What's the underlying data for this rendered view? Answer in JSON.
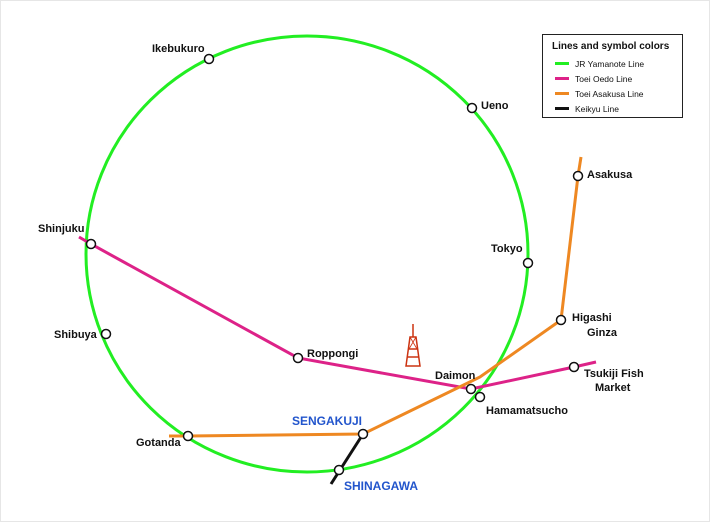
{
  "legend": {
    "title": "Lines and symbol colors",
    "items": [
      {
        "label": "JR Yamanote Line",
        "color": "#22ee22"
      },
      {
        "label": "Toei Oedo Line",
        "color": "#dd2288"
      },
      {
        "label": "Toei Asakusa Line",
        "color": "#ee8822"
      },
      {
        "label": "Keikyu Line",
        "color": "#111111"
      }
    ]
  },
  "stations": {
    "ikebukuro": "Ikebukuro",
    "ueno": "Ueno",
    "asakusa": "Asakusa",
    "shinjuku": "Shinjuku",
    "tokyo": "Tokyo",
    "shibuya": "Shibuya",
    "higashi_ginza_1": "Higashi",
    "higashi_ginza_2": "Ginza",
    "roppongi": "Roppongi",
    "daimon": "Daimon",
    "tsukiji_1": "Tsukiji Fish",
    "tsukiji_2": "Market",
    "hamamatsucho": "Hamamatsucho",
    "sengakuji": "SENGAKUJI",
    "gotanda": "Gotanda",
    "shinagawa": "SHINAGAWA"
  },
  "landmark": {
    "icon": "tokyo-tower-icon",
    "color": "#cc3311"
  }
}
